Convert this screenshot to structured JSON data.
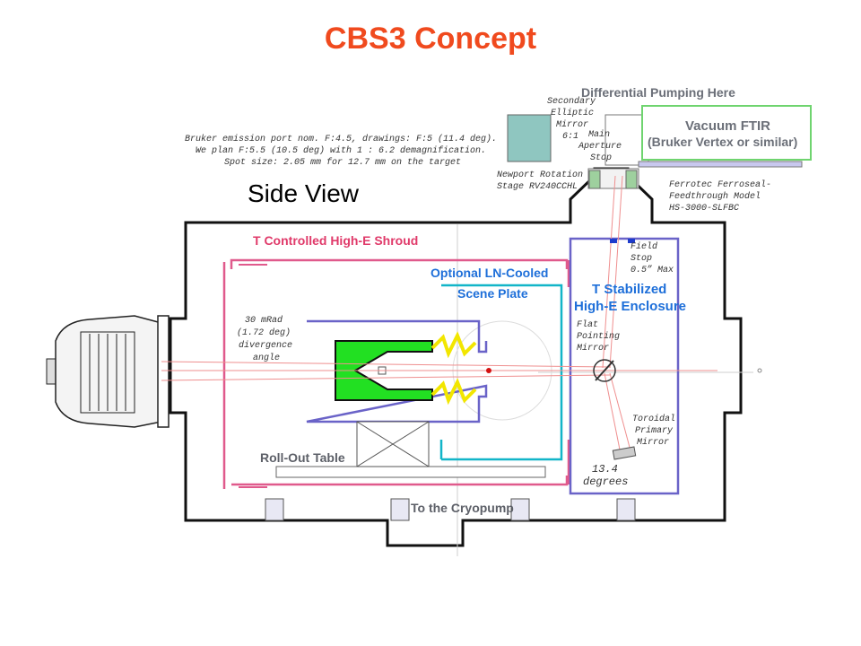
{
  "title": "CBS3 Concept",
  "view_label": "Side View",
  "labels": {
    "differential_pumping": "Differential Pumping Here",
    "vacuum_ftir_line1": "Vacuum FTIR",
    "vacuum_ftir_line2": "(Bruker Vertex or similar)",
    "shroud": "T Controlled High-E Shroud",
    "scene_plate_line1": "Optional LN-Cooled",
    "scene_plate_line2": "Scene Plate",
    "enclosure_line1": "T Stabilized",
    "enclosure_line2": "High-E Enclosure",
    "roll_out_table": "Roll-Out Table",
    "cryopump": "To the Cryopump"
  },
  "notes": {
    "bruker_line1": "Bruker emission port nom. F:4.5, drawings: F:5 (11.4 deg).",
    "bruker_line2": "We plan F:5.5 (10.5 deg) with 1 : 6.2 demagnification.",
    "bruker_line3": "Spot size: 2.05 mm for 12.7 mm on the target",
    "secondary_line1": "Secondary",
    "secondary_line2": "Elliptic",
    "secondary_line3": "Mirror",
    "secondary_line4": "6:1",
    "main_ap_line1": "Main",
    "main_ap_line2": "Aperture",
    "main_ap_line3": "Stop",
    "newport_line1": "Newport Rotation",
    "newport_line2": "Stage RV240CCHL",
    "ferrotec_line1": "Ferrotec Ferroseal-",
    "ferrotec_line2": "Feedthrough Model",
    "ferrotec_line3": "HS-3000-SLFBC",
    "field_stop_line1": "Field",
    "field_stop_line2": "Stop",
    "field_stop_line3": "0.5” Max",
    "divergence_line1": "30 mRad",
    "divergence_line2": "(1.72 deg)",
    "divergence_line3": "divergence",
    "divergence_line4": "angle",
    "flat_line1": "Flat",
    "flat_line2": "Pointing",
    "flat_line3": "Mirror",
    "toroidal_line1": "Toroidal",
    "toroidal_line2": "Primary",
    "toroidal_line3": "Mirror",
    "angle_line1": "13.4",
    "angle_line2": "degrees"
  },
  "colors": {
    "title": "#f04a1e",
    "chamber": "#111111",
    "shroud": "#e05a8c",
    "scene_plate": "#12b5c8",
    "enclosure": "#6a63c8",
    "target": "#22e022",
    "spark": "#f2e600",
    "beam": "#ef8f8f",
    "ftir_border": "#6fd46f"
  }
}
